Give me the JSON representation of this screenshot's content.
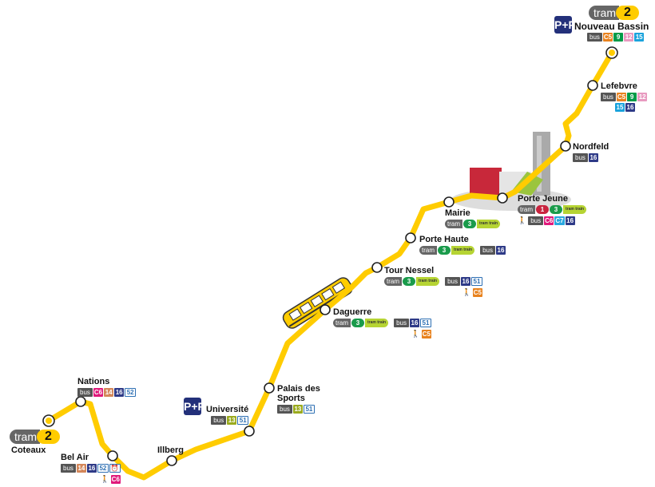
{
  "line": {
    "mode": "tram",
    "number": "2",
    "color": "#ffcc00"
  },
  "colors": {
    "C5": "#e8821e",
    "9": "#009b48",
    "12": "#e89ac0",
    "15": "#1aa3dc",
    "16": "#2e3a87",
    "C6": "#e0197b",
    "C7": "#29a8e0",
    "14": "#d4875a",
    "13": "#9aaa1e",
    "51": "outline",
    "52": "outline",
    "tram1": "#c9243f",
    "tram3": "#1a9b4b"
  },
  "park_ride_label": "P+R",
  "stops": [
    {
      "id": "nouveau",
      "name": "Nouveau Bassin",
      "terminus": true,
      "park_ride": true,
      "rows": [
        {
          "bus": [
            "C5",
            "9",
            "12",
            "15"
          ]
        }
      ]
    },
    {
      "id": "lefebvre",
      "name": "Lefebvre",
      "rows": [
        {
          "bus": [
            "C5",
            "9",
            "12"
          ]
        },
        {
          "bus_cont": [
            "15",
            "16"
          ]
        }
      ]
    },
    {
      "id": "nordfeld",
      "name": "Nordfeld",
      "rows": [
        {
          "bus": [
            "16"
          ]
        }
      ]
    },
    {
      "id": "portejeune",
      "name": "Porte Jeune",
      "rows": [
        {
          "tram": [
            "1",
            "3"
          ],
          "tramtrain": "tram train"
        },
        {
          "walk": true,
          "bus": [
            "C6",
            "C7",
            "16"
          ]
        }
      ]
    },
    {
      "id": "mairie",
      "name": "Mairie",
      "rows": [
        {
          "tram": [
            "3"
          ],
          "tramtrain": "tram train"
        }
      ]
    },
    {
      "id": "portehaute",
      "name": "Porte Haute",
      "rows": [
        {
          "tram": [
            "3"
          ],
          "tramtrain": "tram train",
          "bus": [
            "16"
          ]
        }
      ]
    },
    {
      "id": "tournessel",
      "name": "Tour Nessel",
      "rows": [
        {
          "tram": [
            "3"
          ],
          "tramtrain": "tram train",
          "bus": [
            "16",
            "51"
          ]
        },
        {
          "walk_right": [
            "C5"
          ]
        }
      ]
    },
    {
      "id": "daguerre",
      "name": "Daguerre",
      "rows": [
        {
          "tram": [
            "3"
          ],
          "tramtrain": "tram train",
          "bus": [
            "16",
            "51"
          ]
        },
        {
          "walk_right": [
            "C5"
          ]
        }
      ]
    },
    {
      "id": "palais",
      "name": "Palais des Sports",
      "rows": [
        {
          "bus": [
            "13",
            "51"
          ]
        }
      ]
    },
    {
      "id": "universite",
      "name": "Université",
      "park_ride": true,
      "rows": [
        {
          "bus": [
            "13",
            "51"
          ]
        }
      ]
    },
    {
      "id": "illberg",
      "name": "Illberg",
      "rows": []
    },
    {
      "id": "belair",
      "name": "Bel Air",
      "rows": [
        {
          "bus": [
            "14",
            "16",
            "52"
          ],
          "extra": "⏰"
        },
        {
          "walk_right": [
            "C6"
          ]
        }
      ]
    },
    {
      "id": "nations",
      "name": "Nations",
      "rows": [
        {
          "bus": [
            "C6",
            "14",
            "16",
            "52"
          ]
        }
      ]
    },
    {
      "id": "coteaux",
      "name": "Coteaux",
      "terminus": true,
      "rows": []
    }
  ],
  "labels": {
    "bus": "bus",
    "tram": "tram"
  }
}
